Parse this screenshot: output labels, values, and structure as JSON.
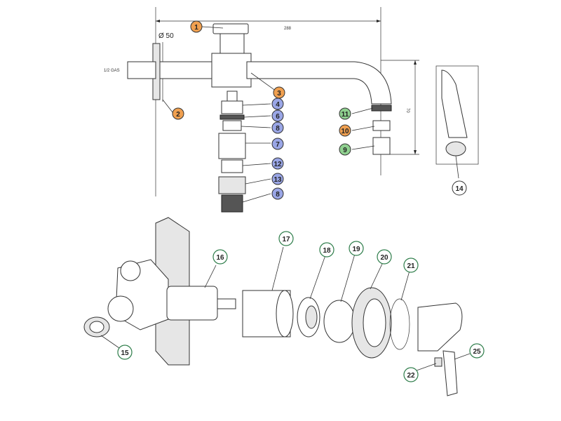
{
  "diagram": {
    "top_dimensions": {
      "diameter": "Ø 50",
      "thread": "1/2 GAS",
      "length": "288",
      "height": "70"
    },
    "callouts": [
      {
        "id": "c1",
        "label": "1",
        "color": "#f0a050"
      },
      {
        "id": "c2",
        "label": "2",
        "color": "#f0a050"
      },
      {
        "id": "c3",
        "label": "3",
        "color": "#f0a050"
      },
      {
        "id": "c4",
        "label": "4",
        "color": "#9aa6e6"
      },
      {
        "id": "c6",
        "label": "6",
        "color": "#9aa6e6"
      },
      {
        "id": "c8a",
        "label": "8",
        "color": "#9aa6e6"
      },
      {
        "id": "c7",
        "label": "7",
        "color": "#9aa6e6"
      },
      {
        "id": "c12",
        "label": "12",
        "color": "#9aa6e6"
      },
      {
        "id": "c13",
        "label": "13",
        "color": "#9aa6e6"
      },
      {
        "id": "c8b",
        "label": "8",
        "color": "#9aa6e6"
      },
      {
        "id": "c11",
        "label": "11",
        "color": "#8fd08f"
      },
      {
        "id": "c10",
        "label": "10",
        "color": "#f0a050"
      },
      {
        "id": "c9",
        "label": "9",
        "color": "#8fd08f"
      },
      {
        "id": "c14",
        "label": "14",
        "color": "#ffffff"
      },
      {
        "id": "c15",
        "label": "15",
        "color": "#ffffff"
      },
      {
        "id": "c16",
        "label": "16",
        "color": "#ffffff"
      },
      {
        "id": "c17",
        "label": "17",
        "color": "#ffffff"
      },
      {
        "id": "c18",
        "label": "18",
        "color": "#ffffff"
      },
      {
        "id": "c19",
        "label": "19",
        "color": "#ffffff"
      },
      {
        "id": "c20",
        "label": "20",
        "color": "#ffffff"
      },
      {
        "id": "c21",
        "label": "21",
        "color": "#ffffff"
      },
      {
        "id": "c22",
        "label": "22",
        "color": "#ffffff"
      },
      {
        "id": "c25",
        "label": "25",
        "color": "#ffffff"
      }
    ],
    "colors": {
      "line": "#222222",
      "accent_green": "#2e7d4a"
    }
  }
}
